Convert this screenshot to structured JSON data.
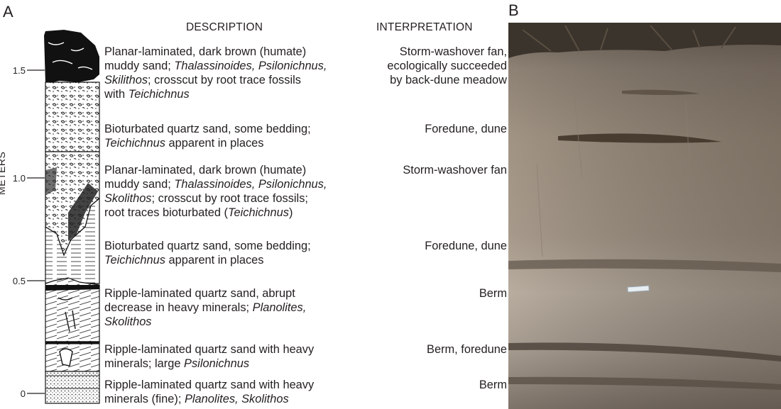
{
  "panel_labels": {
    "a": "A",
    "b": "B"
  },
  "headers": {
    "description": "DESCRIPTION",
    "interpretation": "INTERPRETATION"
  },
  "axis": {
    "title": "METERS",
    "ticks": [
      "1.5",
      "1.0",
      "0.5",
      "0"
    ]
  },
  "units": [
    {
      "desc": [
        [
          "Planar-laminated, dark brown (humate)",
          ""
        ],
        [
          "muddy sand; ",
          "Thalassinoides, Psilonichnus,"
        ],
        [
          "",
          "Skilithos",
          "; crosscut by root trace fossils"
        ],
        [
          "with ",
          "Teichichnus"
        ]
      ],
      "interp": [
        "Storm-washover fan,",
        "ecologically succeeded",
        "by back-dune meadow"
      ]
    },
    {
      "desc": [
        [
          "Bioturbated quartz sand, some bedding;",
          ""
        ],
        [
          "",
          "Teichichnus",
          " apparent in places"
        ]
      ],
      "interp": [
        "Foredune, dune"
      ]
    },
    {
      "desc": [
        [
          "Planar-laminated, dark brown (humate)",
          ""
        ],
        [
          "muddy sand; ",
          "Thalassinoides, Psilonichnus,"
        ],
        [
          "",
          "Skolithos",
          "; crosscut by root trace fossils;"
        ],
        [
          "root traces bioturbated (",
          "Teichichnus",
          ")"
        ]
      ],
      "interp": [
        "Storm-washover fan"
      ]
    },
    {
      "desc": [
        [
          "Bioturbated quartz sand, some bedding;",
          ""
        ],
        [
          "",
          "Teichichnus",
          " apparent in places"
        ]
      ],
      "interp": [
        "Foredune, dune"
      ]
    },
    {
      "desc": [
        [
          "Ripple-laminated quartz sand, abrupt",
          ""
        ],
        [
          "decrease in heavy minerals; ",
          "Planolites,"
        ],
        [
          "",
          "Skolithos"
        ]
      ],
      "interp": [
        "Berm"
      ]
    },
    {
      "desc": [
        [
          "Ripple-laminated quartz sand with heavy",
          ""
        ],
        [
          "minerals; large ",
          "Psilonichnus"
        ]
      ],
      "interp": [
        "Berm, foredune"
      ]
    },
    {
      "desc": [
        [
          "Ripple-laminated quartz sand with heavy",
          ""
        ],
        [
          "minerals (fine); ",
          "Planolites, Skolithos"
        ]
      ],
      "interp": [
        "Berm"
      ]
    }
  ]
}
